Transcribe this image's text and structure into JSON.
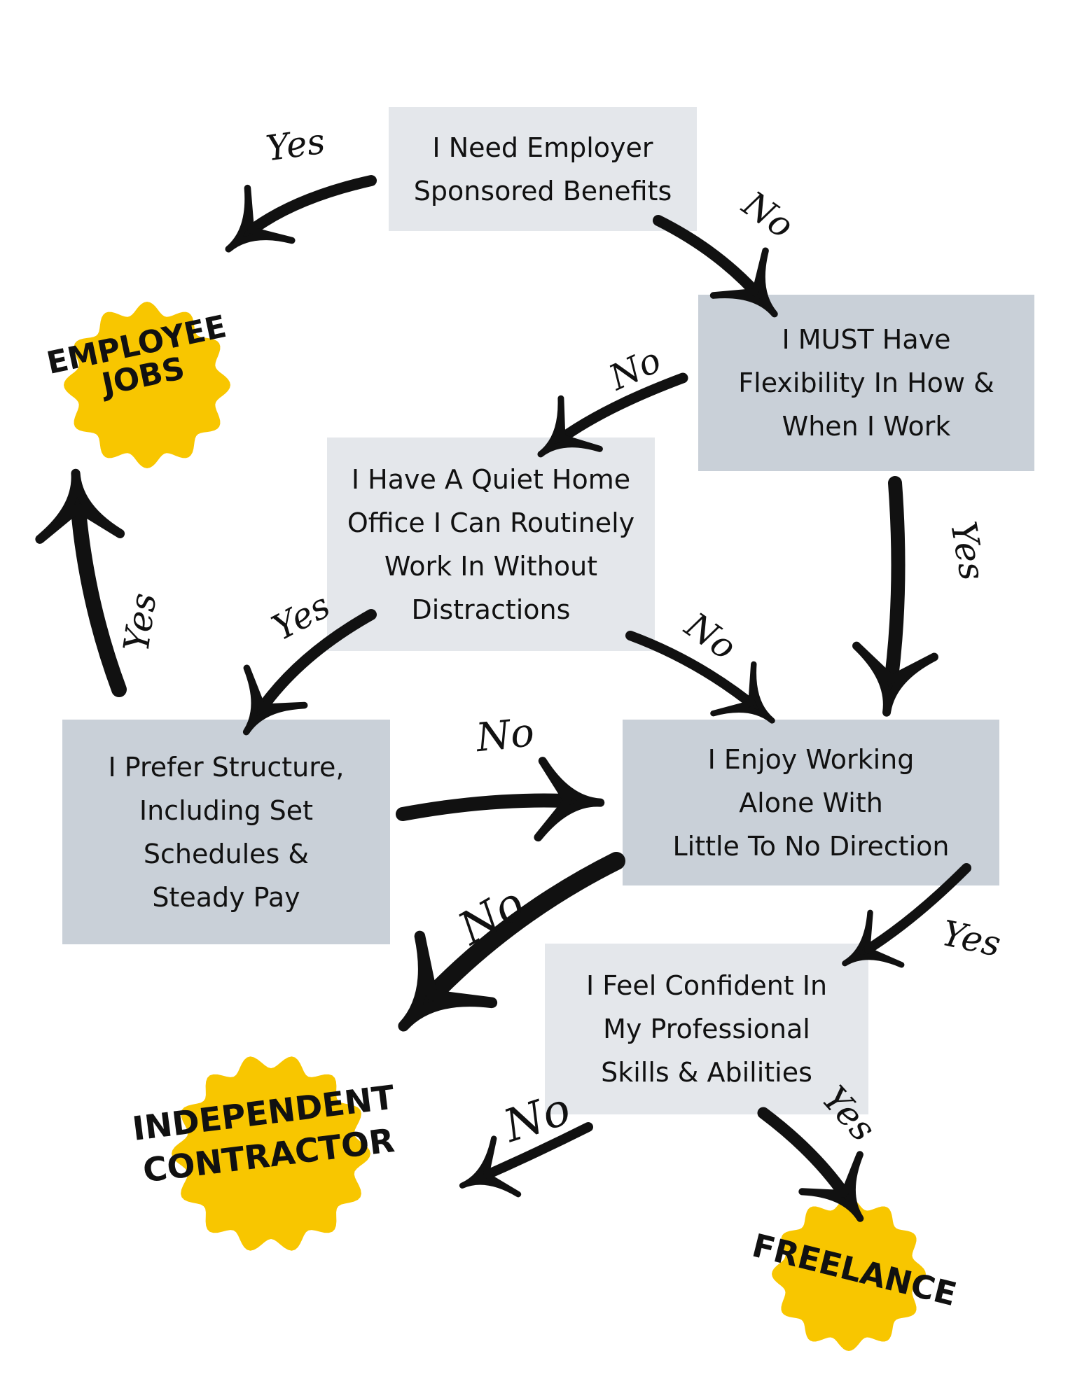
{
  "accent_color": "#f8c600",
  "box_colors": {
    "light": "#e4e7eb",
    "dark": "#c9d0d8"
  },
  "arrow_color": "#111111",
  "nodes": {
    "benefits": "I Need Employer\nSponsored Benefits",
    "flexibility": "I MUST Have\nFlexibility In How &\nWhen I Work",
    "home_office": "I Have A Quiet Home\nOffice I Can Routinely\nWork In Without\nDistractions",
    "structure": "I Prefer Structure,\nIncluding Set\nSchedules &\nSteady Pay",
    "alone": "I Enjoy Working\nAlone With\nLittle To No Direction",
    "confident": "I Feel Confident In\nMy Professional\nSkills & Abilities"
  },
  "outcomes": {
    "employee": "EMPLOYEE\nJOBS",
    "contractor": "INDEPENDENT\nCONTRACTOR",
    "freelance": "FREELANCE"
  },
  "edge_labels": {
    "benefits_yes": "Yes",
    "benefits_no": "No",
    "flexibility_no": "No",
    "flexibility_yes": "Yes",
    "home_yes": "Yes",
    "home_no": "No",
    "structure_yes": "Yes",
    "structure_no": "No",
    "alone_no": "No",
    "alone_yes": "Yes",
    "confident_no": "No",
    "confident_yes": "Yes"
  }
}
